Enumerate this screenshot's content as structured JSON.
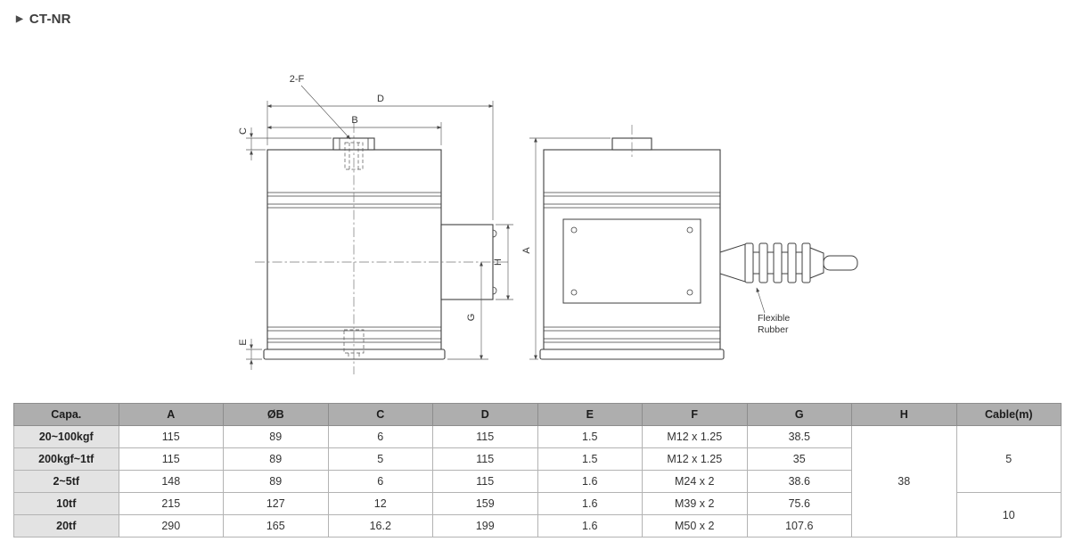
{
  "page": {
    "marker": "▶",
    "title": "CT-NR"
  },
  "drawing": {
    "labels": {
      "two_f": "2-F",
      "d": "D",
      "b": "B",
      "c": "C",
      "e": "E",
      "h": "H",
      "g": "G",
      "a": "A"
    },
    "annotations": {
      "flexible_rubber_1": "Flexible",
      "flexible_rubber_2": "Rubber"
    }
  },
  "table": {
    "headers": [
      "Capa.",
      "A",
      "ØB",
      "C",
      "D",
      "E",
      "F",
      "G",
      "H",
      "Cable(m)"
    ],
    "rows": [
      {
        "capa": "20~100kgf",
        "A": "115",
        "B": "89",
        "C": "6",
        "D": "115",
        "E": "1.5",
        "F": "M12 x 1.25",
        "G": "38.5"
      },
      {
        "capa": "200kgf~1tf",
        "A": "115",
        "B": "89",
        "C": "5",
        "D": "115",
        "E": "1.5",
        "F": "M12 x 1.25",
        "G": "35"
      },
      {
        "capa": "2~5tf",
        "A": "148",
        "B": "89",
        "C": "6",
        "D": "115",
        "E": "1.6",
        "F": "M24 x 2",
        "G": "38.6"
      },
      {
        "capa": "10tf",
        "A": "215",
        "B": "127",
        "C": "12",
        "D": "159",
        "E": "1.6",
        "F": "M39 x 2",
        "G": "75.6"
      },
      {
        "capa": "20tf",
        "A": "290",
        "B": "165",
        "C": "16.2",
        "D": "199",
        "E": "1.6",
        "F": "M50 x 2",
        "G": "107.6"
      }
    ],
    "h_value": "38",
    "cable_values": [
      "5",
      "10"
    ]
  }
}
